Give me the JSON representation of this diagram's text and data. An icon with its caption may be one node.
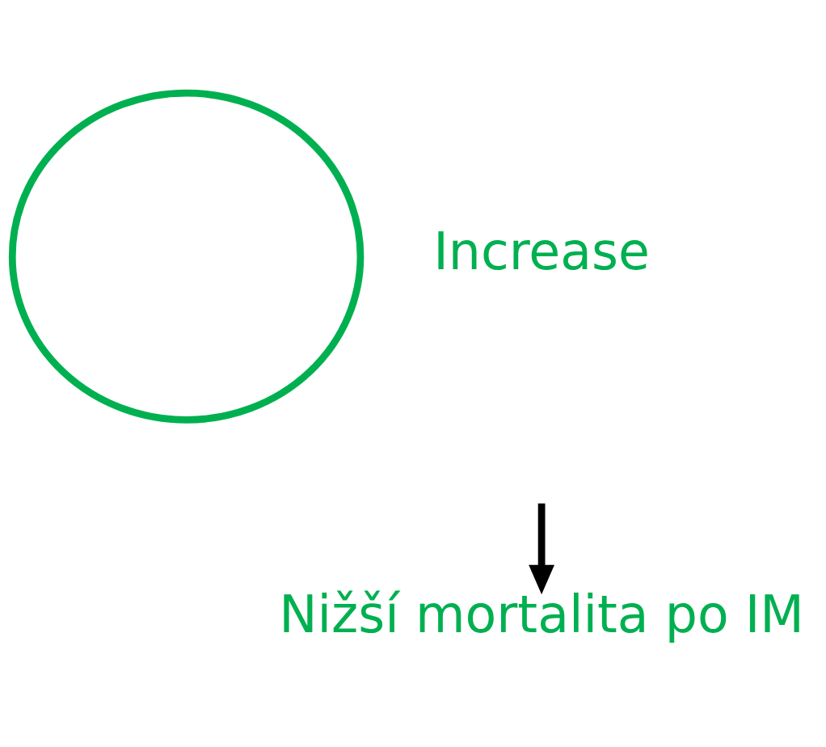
{
  "diagram": {
    "nodes": [
      {
        "text": [],
        "shape": "circle"
      },
      {
        "text": [
          "Nižší mortalita po IM"
        ]
      }
    ],
    "edges": [
      {
        "from": null,
        "to": 1,
        "arrow": "to"
      }
    ],
    "labels": [
      "Increase"
    ]
  }
}
